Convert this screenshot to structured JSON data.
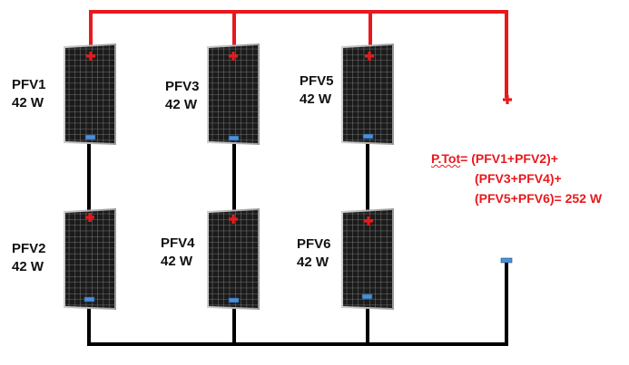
{
  "panels": [
    {
      "id": "PFV1",
      "name": "PFV1",
      "power": "42 W"
    },
    {
      "id": "PFV2",
      "name": "PFV2",
      "power": "42 W"
    },
    {
      "id": "PFV3",
      "name": "PFV3",
      "power": "42 W"
    },
    {
      "id": "PFV4",
      "name": "PFV4",
      "power": "42 W"
    },
    {
      "id": "PFV5",
      "name": "PFV5",
      "power": "42 W"
    },
    {
      "id": "PFV6",
      "name": "PFV6",
      "power": "42 W"
    }
  ],
  "formula": {
    "label": "P.Tot",
    "line1": "= (PFV1+PFV2)+",
    "line2": "(PFV3+PFV4)+",
    "line3": "(PFV5+PFV6)= 252 W"
  },
  "colors": {
    "positive_wire": "#e8191d",
    "negative_wire": "#000000",
    "negative_terminal": "#4a90d9",
    "panel_cell": "#1c1c1c",
    "panel_grid": "#8a8a8a"
  }
}
